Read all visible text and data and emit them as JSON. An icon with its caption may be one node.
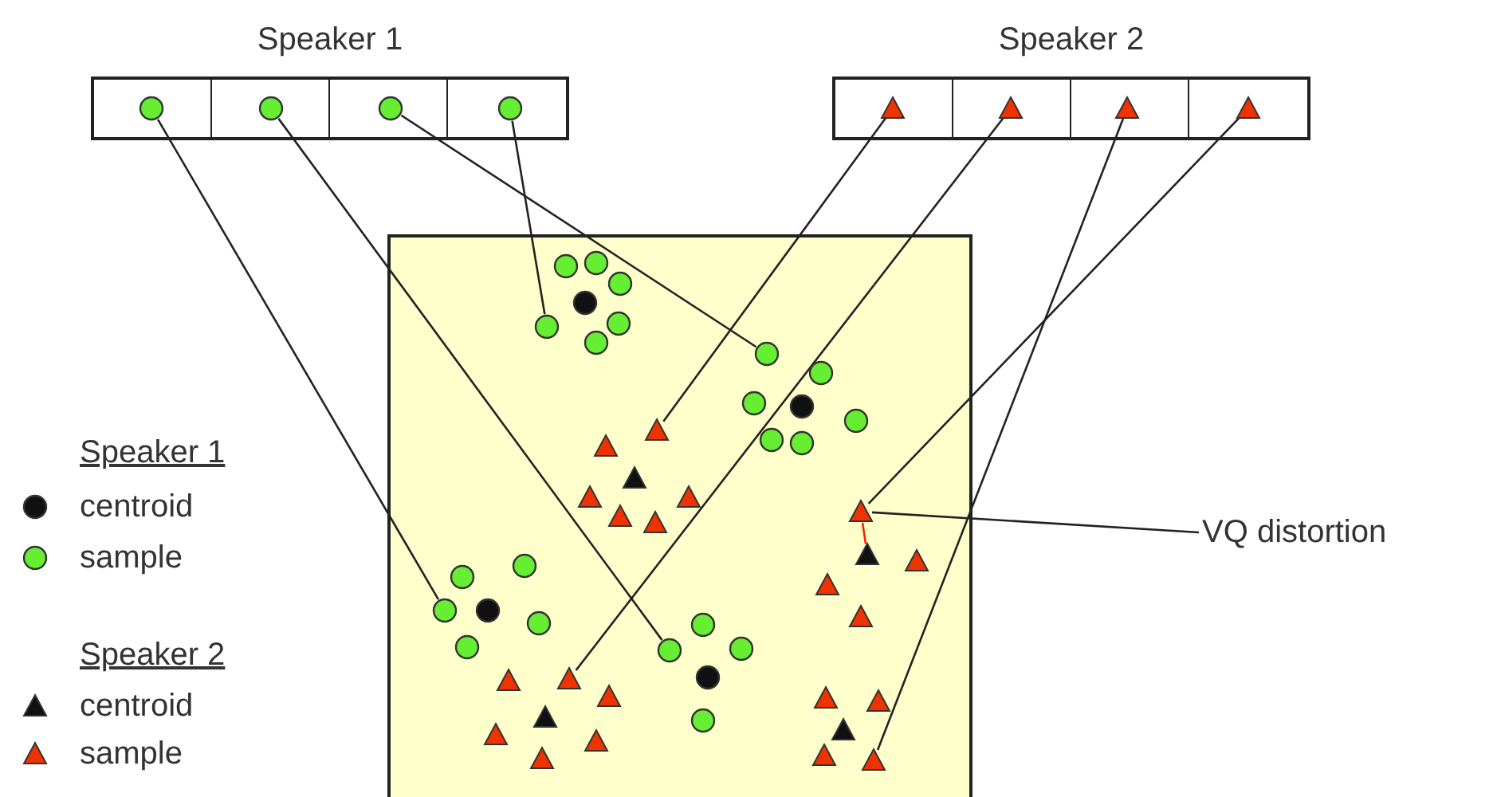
{
  "diagram": {
    "nodes": [
      {
        "text": [
          "Speaker 1"
        ]
      },
      {
        "text": [],
        "shape": "circle",
        "in": 0
      },
      {
        "text": [],
        "shape": "circle",
        "in": 0
      },
      {
        "text": [],
        "shape": "circle",
        "in": 0
      },
      {
        "text": [],
        "shape": "circle",
        "in": 0
      },
      {
        "text": [
          "Speaker 2"
        ]
      },
      {
        "text": [],
        "shape": "triangle",
        "in": 5
      },
      {
        "text": [],
        "shape": "triangle",
        "in": 5
      },
      {
        "text": [],
        "shape": "triangle",
        "in": 5
      },
      {
        "text": [],
        "shape": "triangle",
        "in": 5
      },
      {
        "text": [],
        "shape": "box"
      },
      {
        "text": [],
        "shape": "circle",
        "in": 10
      },
      {
        "text": [],
        "shape": "circle",
        "in": 10
      },
      {
        "text": [],
        "shape": "triangle",
        "in": 10
      },
      {
        "text": [],
        "shape": "triangle",
        "in": 10
      },
      {
        "text": [],
        "shape": "triangle",
        "in": 10
      },
      {
        "text": [],
        "shape": "circle",
        "in": 10
      },
      {
        "text": [],
        "shape": "circle",
        "in": 10
      },
      {
        "text": [],
        "shape": "triangle",
        "in": 10
      },
      {
        "text": [],
        "shape": "triangle",
        "in": 10
      },
      {
        "text": [
          "VQ distortion"
        ]
      },
      {
        "text": [],
        "shape": "circle",
        "in": 10
      },
      {
        "text": [],
        "shape": "circle",
        "in": 10
      },
      {
        "text": [],
        "shape": "circle",
        "in": 10
      },
      {
        "text": [],
        "shape": "circle",
        "in": 10
      },
      {
        "text": [],
        "shape": "circle",
        "in": 10
      },
      {
        "text": [],
        "shape": "circle",
        "in": 10
      },
      {
        "text": [],
        "shape": "circle",
        "in": 10
      },
      {
        "text": [],
        "shape": "circle",
        "in": 10
      },
      {
        "text": [],
        "shape": "circle",
        "in": 10
      },
      {
        "text": [],
        "shape": "circle",
        "in": 10
      },
      {
        "text": [],
        "shape": "circle",
        "in": 10
      },
      {
        "text": [],
        "shape": "circle",
        "in": 10
      },
      {
        "text": [],
        "shape": "triangle",
        "in": 10
      },
      {
        "text": [],
        "shape": "triangle",
        "in": 10
      },
      {
        "text": [],
        "shape": "triangle",
        "in": 10
      },
      {
        "text": [],
        "shape": "triangle",
        "in": 10
      },
      {
        "text": [],
        "shape": "triangle",
        "in": 10
      },
      {
        "text": [],
        "shape": "triangle",
        "in": 10
      },
      {
        "text": [],
        "shape": "triangle",
        "in": 10
      },
      {
        "text": [],
        "shape": "triangle",
        "in": 10
      },
      {
        "text": [],
        "shape": "triangle",
        "in": 10
      },
      {
        "text": [],
        "shape": "circle",
        "in": 10
      },
      {
        "text": [],
        "shape": "circle",
        "in": 10
      },
      {
        "text": [],
        "shape": "circle",
        "in": 10
      },
      {
        "text": [],
        "shape": "circle",
        "in": 10
      },
      {
        "text": [],
        "shape": "circle",
        "in": 10
      },
      {
        "text": [],
        "shape": "triangle",
        "in": 10
      },
      {
        "text": [],
        "shape": "triangle",
        "in": 10
      },
      {
        "text": [],
        "shape": "triangle",
        "in": 10
      },
      {
        "text": [],
        "shape": "triangle",
        "in": 10
      },
      {
        "text": [],
        "shape": "triangle",
        "in": 10
      },
      {
        "text": [],
        "shape": "triangle",
        "in": 10
      },
      {
        "text": [],
        "shape": "circle",
        "in": 10
      },
      {
        "text": [],
        "shape": "circle",
        "in": 10
      },
      {
        "text": [],
        "shape": "circle",
        "in": 10
      },
      {
        "text": [],
        "shape": "circle",
        "in": 10
      },
      {
        "text": [],
        "shape": "triangle",
        "in": 10
      },
      {
        "text": [],
        "shape": "triangle",
        "in": 10
      },
      {
        "text": [],
        "shape": "triangle",
        "in": 10
      },
      {
        "text": [],
        "shape": "triangle",
        "in": 10
      }
    ],
    "edges": [
      {
        "from": 1,
        "to": 16,
        "arrow": "none"
      },
      {
        "from": 2,
        "to": 17,
        "arrow": "none"
      },
      {
        "from": 3,
        "to": 12,
        "arrow": "none"
      },
      {
        "from": 4,
        "to": 11,
        "arrow": "none"
      },
      {
        "from": 6,
        "to": 13,
        "arrow": "none"
      },
      {
        "from": 7,
        "to": 18,
        "arrow": "none"
      },
      {
        "from": 8,
        "to": 19,
        "arrow": "none"
      },
      {
        "from": 9,
        "to": 14,
        "arrow": "none"
      },
      {
        "from": 14,
        "to": 15,
        "arrow": "none",
        "color": "#ff2200"
      },
      {
        "from": 20,
        "to": 14,
        "arrow": "none"
      }
    ],
    "labels": [
      "Speaker 1",
      "Speaker 2"
    ],
    "legend": [
      {
        "text": "centroid"
      },
      {
        "text": "sample"
      },
      {
        "text": "centroid"
      },
      {
        "text": "sample"
      }
    ]
  }
}
